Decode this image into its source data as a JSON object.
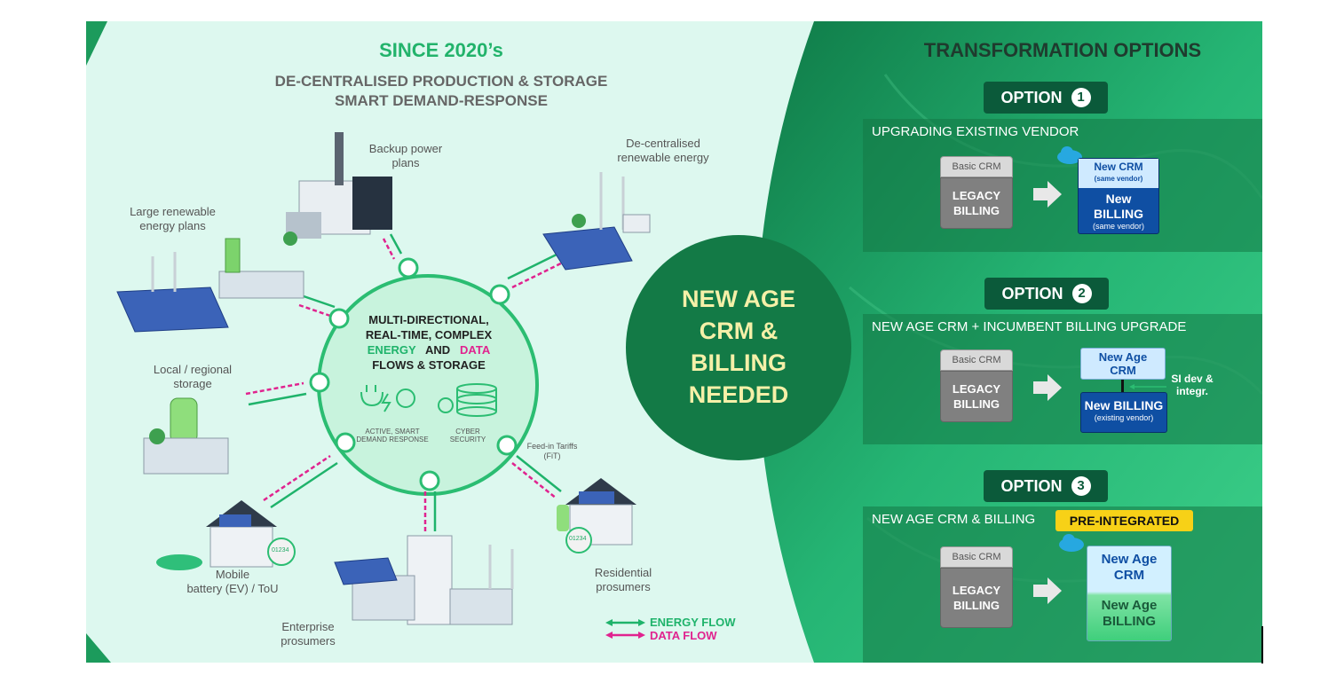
{
  "left": {
    "heading": "SINCE 2020’s",
    "subheading1": "DE-CENTRALISED PRODUCTION & STORAGE",
    "subheading2": "SMART DEMAND-RESPONSE",
    "hub": {
      "line1": "MULTI-DIRECTIONAL,",
      "line2": "REAL-TIME, COMPLEX",
      "energy": "ENERGY",
      "and": "AND",
      "data": "DATA",
      "line4": "FLOWS & STORAGE",
      "icon1_label": "ACTIVE, SMART",
      "icon1_label2": "DEMAND RESPONSE",
      "icon2_label": "CYBER",
      "icon2_label2": "SECURITY"
    },
    "nodes": {
      "backup": [
        "Backup power",
        "plans"
      ],
      "decentral": [
        "De-centralised",
        "renewable energy"
      ],
      "large": [
        "Large renewable",
        "energy plans"
      ],
      "local": [
        "Local / regional",
        "storage"
      ],
      "fit": [
        "Feed-in Tariffs",
        "(FiT)"
      ],
      "mobile": [
        "Mobile",
        "battery (EV) / ToU"
      ],
      "residential": [
        "Residential",
        "prosumers"
      ],
      "enterprise": [
        "Enterprise",
        "prosumers"
      ]
    },
    "legend": {
      "energy": "ENERGY FLOW",
      "data": "DATA FLOW"
    },
    "meter": "01234"
  },
  "center": [
    "NEW AGE",
    "CRM &",
    "BILLING",
    "NEEDED"
  ],
  "right": {
    "heading": "TRANSFORMATION OPTIONS",
    "option_word": "OPTION",
    "options": [
      {
        "num": "1",
        "title": "UPGRADING EXISTING VENDOR",
        "basic": "Basic CRM",
        "legacy1": "LEGACY",
        "legacy2": "BILLING",
        "crm": "New CRM",
        "crm_sub": "(same vendor)",
        "billing1": "New",
        "billing2": "BILLING",
        "billing_sub": "(same vendor)"
      },
      {
        "num": "2",
        "title": "NEW AGE CRM + INCUMBENT BILLING UPGRADE",
        "basic": "Basic CRM",
        "legacy1": "LEGACY",
        "legacy2": "BILLING",
        "crm1": "New Age",
        "crm2": "CRM",
        "billing": "New BILLING",
        "billing_sub": "(existing vendor)",
        "si1": "SI dev &",
        "si2": "integr."
      },
      {
        "num": "3",
        "title": "NEW AGE CRM & BILLING",
        "badge": "PRE-INTEGRATED",
        "basic": "Basic CRM",
        "legacy1": "LEGACY",
        "legacy2": "BILLING",
        "crm1": "New Age",
        "crm2": "CRM",
        "billing1": "New Age",
        "billing2": "BILLING"
      }
    ]
  },
  "colors": {
    "green": "#1fb36b",
    "pink": "#e0238f",
    "dark": "#0b5a3a",
    "yellow": "#f7d117"
  }
}
